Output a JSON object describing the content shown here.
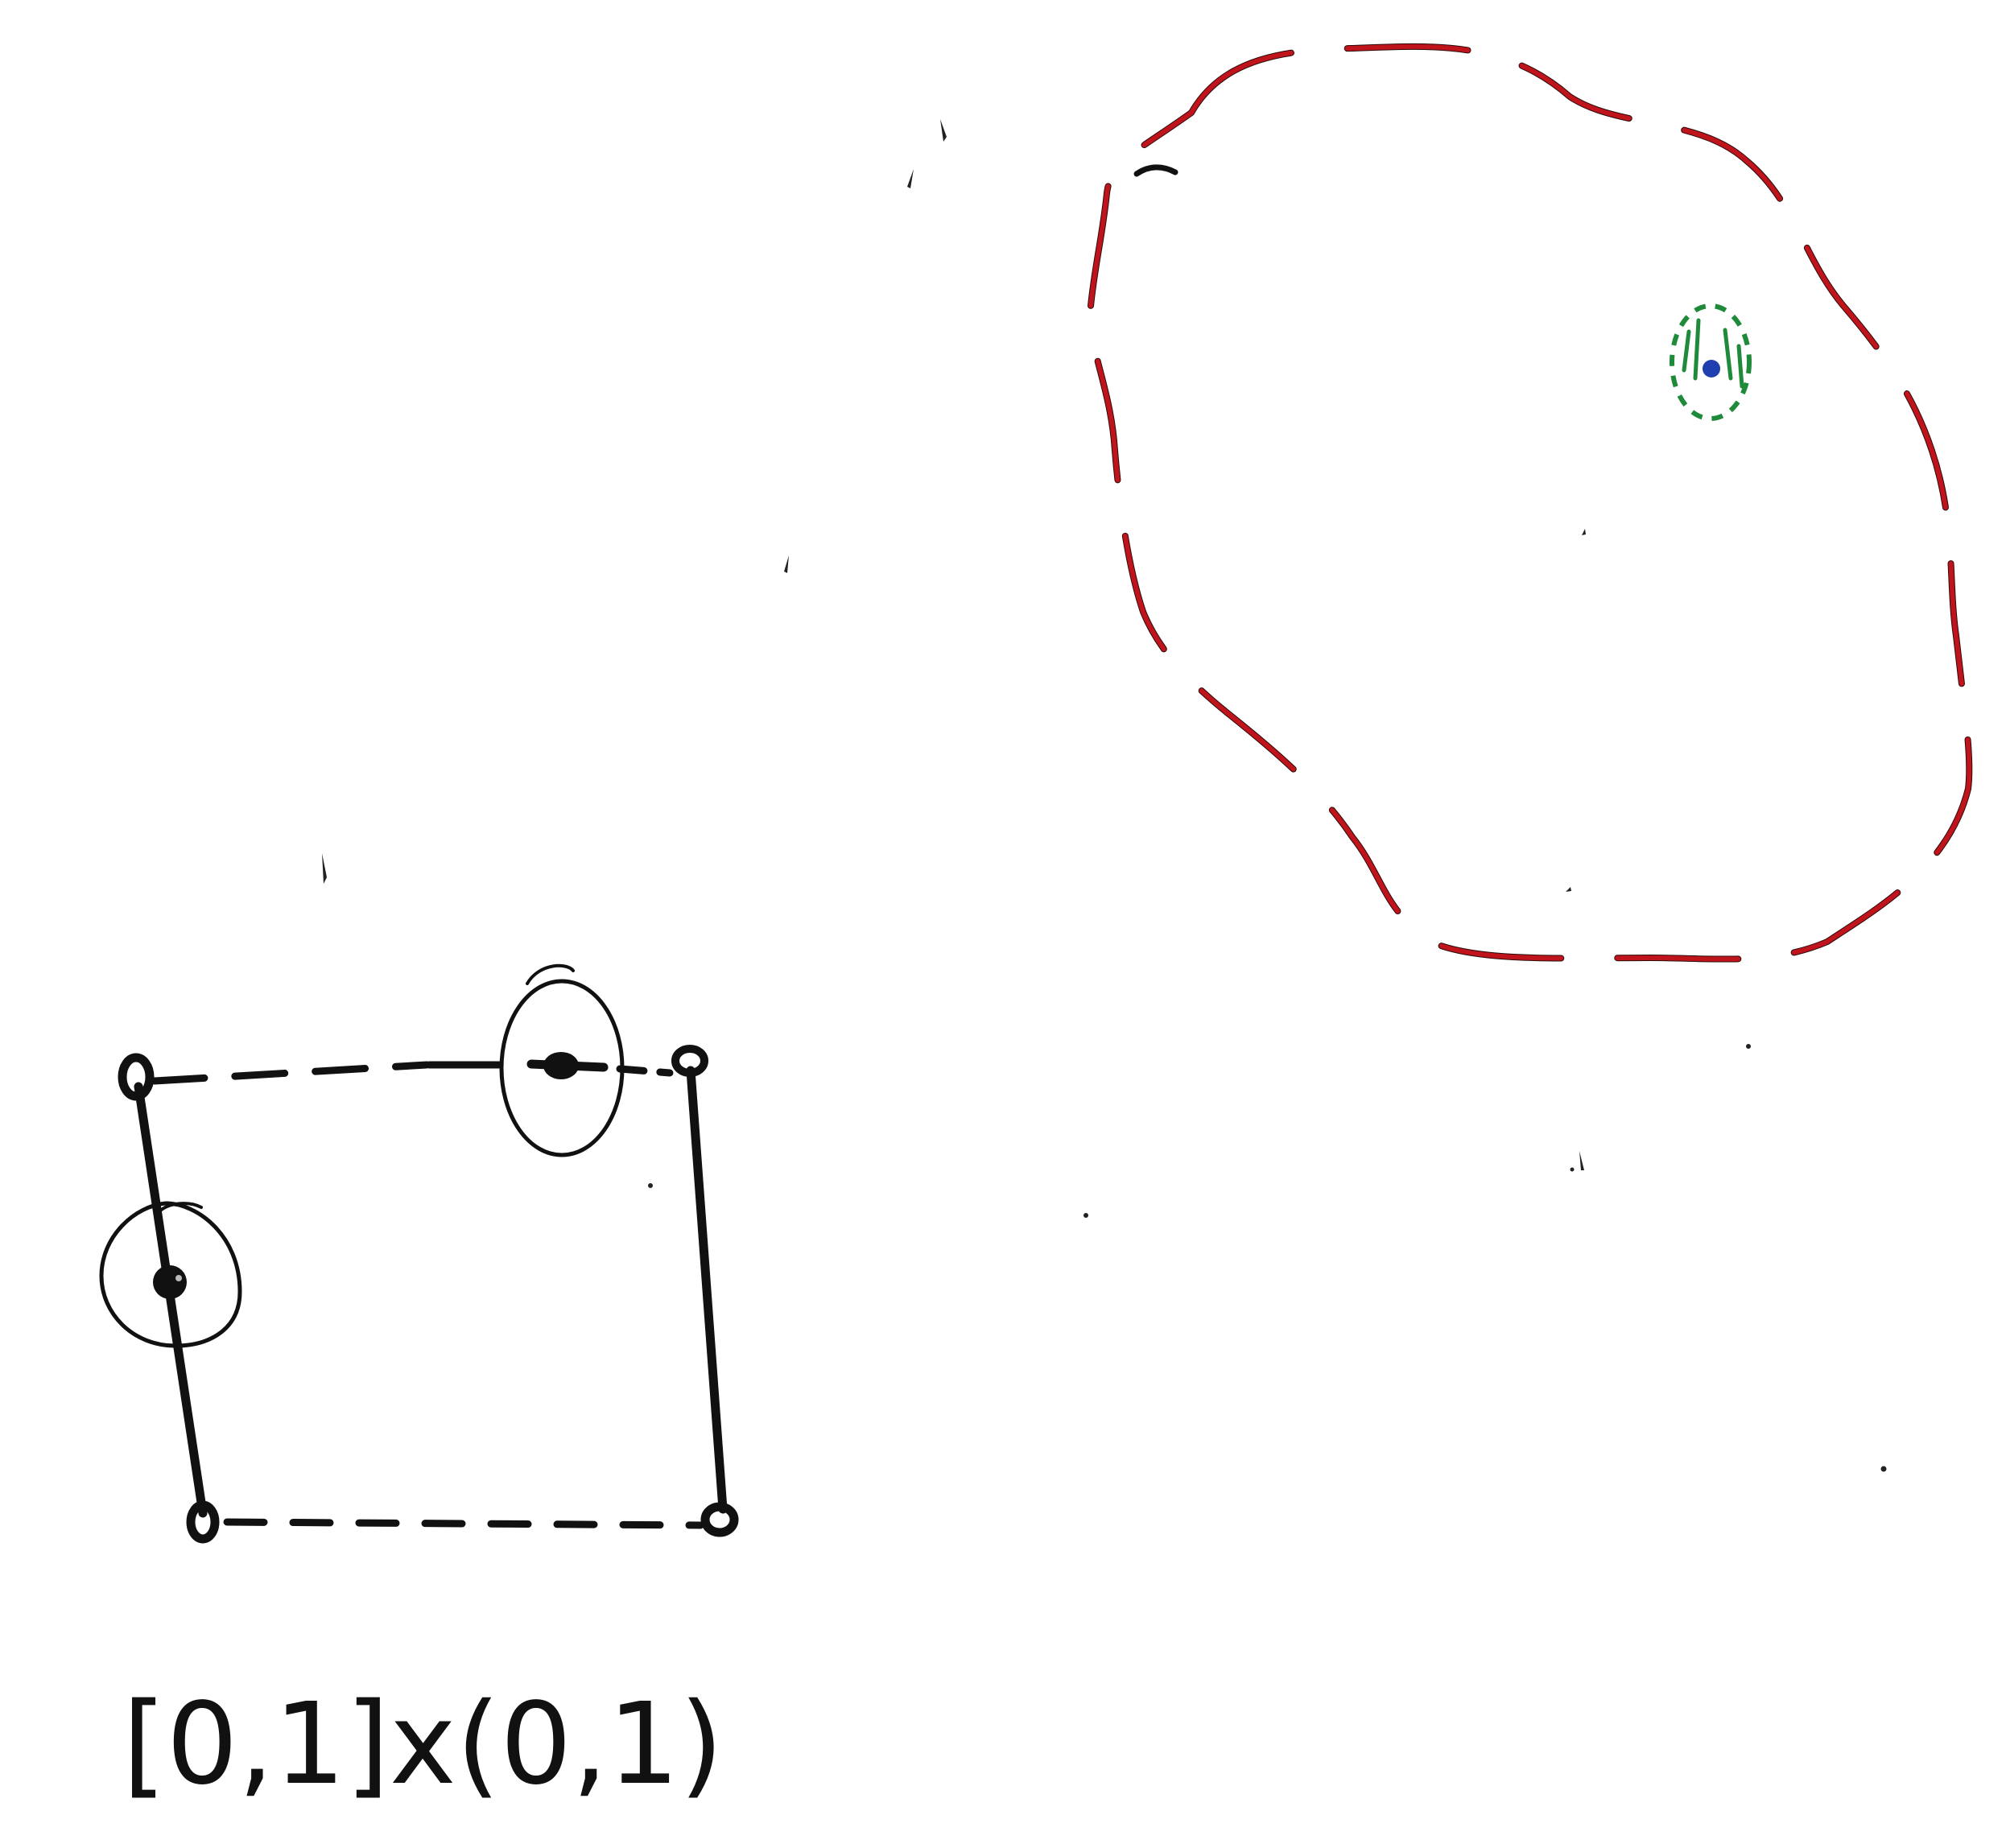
{
  "diagram": {
    "label": "[0,1]x(0,1)",
    "colors": {
      "ink": "#111111",
      "region_boundary": "#c0141c",
      "region_boundary_shadow": "#2a0b0b",
      "center_point": "#1f3fb0",
      "center_halo": "#1e8a3a"
    },
    "elements": {
      "square": "square-with-two-solid-sides-and-two-dashed-sides",
      "corners": "open-endpoint-circles",
      "marked_points": "filled-points-with-circular-neighborhoods",
      "region": "dashed-closed-curve-with-center-point"
    }
  }
}
